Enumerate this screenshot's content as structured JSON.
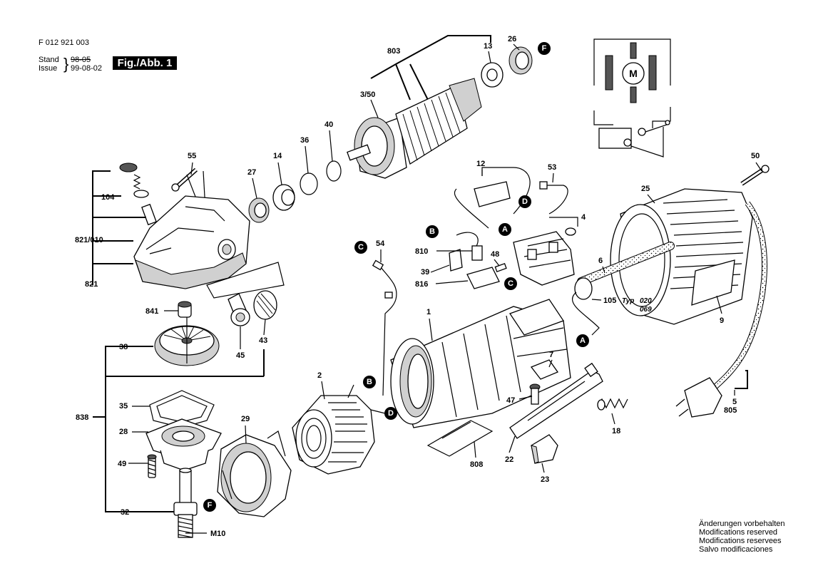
{
  "header": {
    "doc_number": "F 012 921 003",
    "stand_label": "Stand",
    "issue_label": "Issue",
    "stand_date": "98-05",
    "issue_date": "99-08-02",
    "figure_label": "Fig./Abb. 1"
  },
  "notes": [
    "Änderungen vorbehalten",
    "Modifications reserved",
    "Modifications reservees",
    "Salvo modificaciones"
  ],
  "parts": {
    "p803": "803",
    "p13": "13",
    "p26": "26",
    "p3_50": "3/50",
    "p40": "40",
    "p36": "36",
    "p14": "14",
    "p27": "27",
    "p55": "55",
    "p104": "104",
    "p821_010": "821/010",
    "p821": "821",
    "p841": "841",
    "p45": "45",
    "p43": "43",
    "p38": "38",
    "p838": "838",
    "p35": "35",
    "p28": "28",
    "p49": "49",
    "p32": "32",
    "pM10": "M10",
    "p29": "29",
    "p2": "2",
    "p1": "1",
    "p54": "54",
    "p12": "12",
    "p53": "53",
    "p4": "4",
    "p810": "810",
    "p48": "48",
    "p39": "39",
    "p816": "816",
    "p7": "7",
    "p47": "47",
    "p18": "18",
    "p22": "22",
    "p23": "23",
    "p808": "808",
    "p50": "50",
    "p25": "25",
    "p6": "6",
    "p105": "105",
    "p9": "9",
    "p5": "5",
    "p805": "805"
  },
  "type_code": {
    "typ": "Typ",
    "line1": "020",
    "line2": "069"
  },
  "connectors": {
    "A": "A",
    "B": "B",
    "C": "C",
    "D": "D",
    "F": "F"
  },
  "motor_symbol": "M"
}
